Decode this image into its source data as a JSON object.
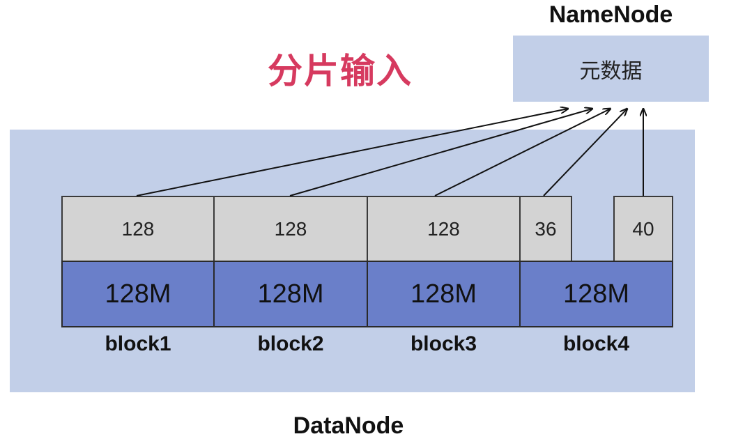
{
  "title": "分片输入",
  "namenode": {
    "title": "NameNode",
    "content": "元数据"
  },
  "datanode": {
    "title": "DataNode"
  },
  "splits": [
    "128",
    "128",
    "128",
    "36",
    "40"
  ],
  "blocks": [
    {
      "size": "128M",
      "label": "block1"
    },
    {
      "size": "128M",
      "label": "block2"
    },
    {
      "size": "128M",
      "label": "block3"
    },
    {
      "size": "128M",
      "label": "block4"
    }
  ],
  "colors": {
    "title": "#d63a5f",
    "panel": "#c2cfe8",
    "split": "#d3d3d3",
    "block": "#6a7fc9"
  }
}
